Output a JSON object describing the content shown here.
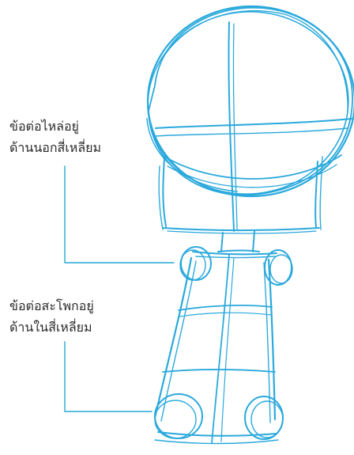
{
  "annotations": {
    "shoulder_joint": {
      "line1": "ข้อต่อไหล่อยู่",
      "line2": "ด้านนอกสี่เหลี่ยม"
    },
    "hip_joint": {
      "line1": "ข้อต่อสะโพกอยู่",
      "line2": "ด้านในสี่เหลี่ยม"
    }
  },
  "colors": {
    "sketch_stroke": "#2ba9dc",
    "leader_line": "#27a9d6",
    "label_text": "#2a2a2a",
    "background": "#ffffff"
  }
}
